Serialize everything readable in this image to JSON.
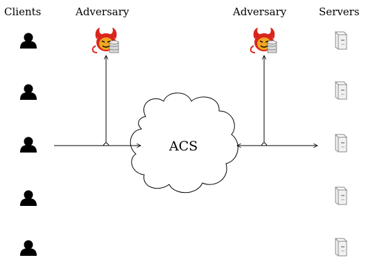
{
  "labels": {
    "clients": "Clients",
    "adversary_left": "Adversary",
    "adversary_right": "Adversary",
    "servers": "Servers",
    "center": "ACS"
  },
  "clients": [
    "client",
    "client",
    "client",
    "client",
    "client"
  ],
  "servers": [
    "server",
    "server",
    "server",
    "server",
    "server"
  ],
  "icons": {
    "client": "person-icon",
    "server": "server-icon",
    "adversary": "devil-database-icon"
  },
  "colors": {
    "client": "#000000",
    "server_body": "#e6e6e6",
    "server_stroke": "#8a8a8a",
    "devil": "#d9261c",
    "devil_face": "#f2a623"
  }
}
